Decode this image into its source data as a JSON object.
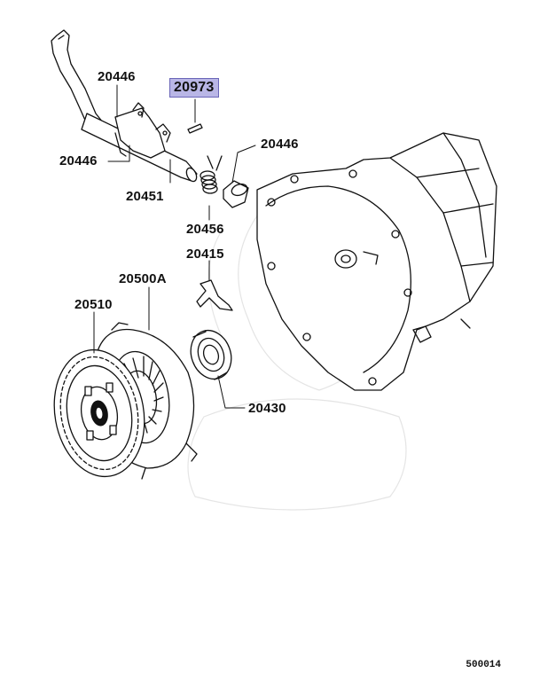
{
  "parts": {
    "p20446_top": "20446",
    "p20973": "20973",
    "p20446_left": "20446",
    "p20446_right": "20446",
    "p20451": "20451",
    "p20456": "20456",
    "p20415": "20415",
    "p20500a": "20500A",
    "p20510": "20510",
    "p20430": "20430"
  },
  "highlight_color": "#b9b6e6",
  "reference_code": "500014"
}
